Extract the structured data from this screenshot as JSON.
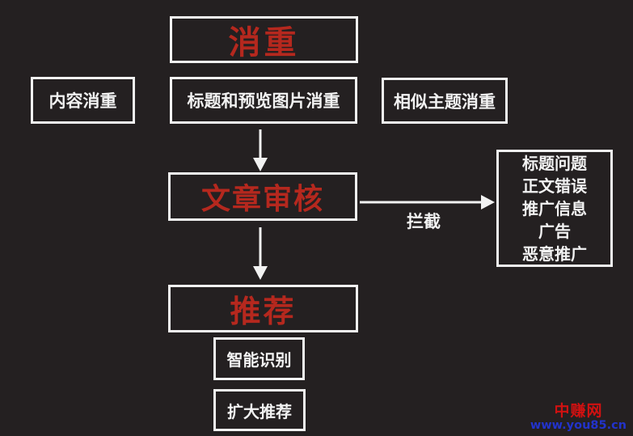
{
  "diagram": {
    "nodes": {
      "dedup": "消重",
      "content_dedup": "内容消重",
      "title_preview_dedup": "标题和预览图片消重",
      "similar_topic_dedup": "相似主题消重",
      "article_review": "文章审核",
      "recommend": "推荐",
      "smart_recognition": "智能识别",
      "expand_recommend": "扩大推荐"
    },
    "intercept_box": {
      "items": [
        "标题问题",
        "正文错误",
        "推广信息",
        "广告",
        "恶意推广"
      ]
    },
    "edge_labels": {
      "intercept": "拦截"
    },
    "colors": {
      "background": "#242021",
      "box_border": "#f2f2f2",
      "heading_red": "#b5281e",
      "body_text": "#f2f2f2",
      "watermark_red": "#d01111",
      "watermark_blue": "#2233cc"
    }
  },
  "watermark": {
    "site_name": "中赚网",
    "site_url": "www.you85.cn"
  }
}
